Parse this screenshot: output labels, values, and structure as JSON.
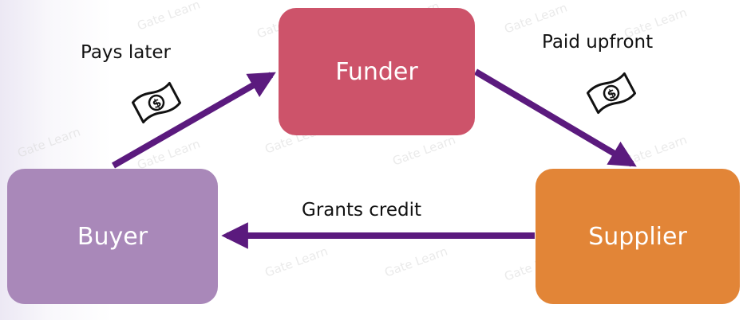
{
  "nodes": {
    "funder": "Funder",
    "buyer": "Buyer",
    "supplier": "Supplier"
  },
  "edges": {
    "buyer_to_funder": "Pays later",
    "funder_to_supplier": "Paid upfront",
    "supplier_to_buyer": "Grants credit"
  },
  "watermark": "Gate Learn",
  "icons": {
    "bill_1": "money-bill-icon",
    "bill_2": "money-bill-icon"
  },
  "colors": {
    "funder": "#cd536a",
    "buyer": "#a988b9",
    "supplier": "#e28537",
    "arrow": "#5b1a7e"
  }
}
